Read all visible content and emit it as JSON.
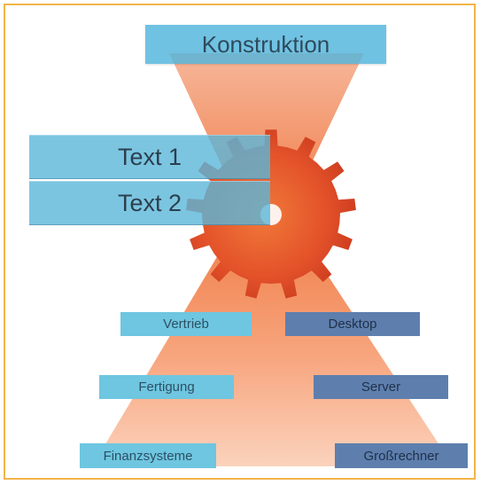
{
  "header": {
    "label": "Konstruktion"
  },
  "inputs": [
    {
      "label": "Text 1"
    },
    {
      "label": "Text 2"
    }
  ],
  "outputs_left": [
    {
      "label": "Vertrieb"
    },
    {
      "label": "Fertigung"
    },
    {
      "label": "Finanzsysteme"
    }
  ],
  "outputs_right": [
    {
      "label": "Desktop"
    },
    {
      "label": "Server"
    },
    {
      "label": "Großrechner"
    }
  ],
  "colors": {
    "frame": "#f2b44a",
    "funnel": "#f4935e",
    "gear": "#e8542a",
    "box_light": "#6ec6e0",
    "box_dark": "#5e7fae"
  }
}
